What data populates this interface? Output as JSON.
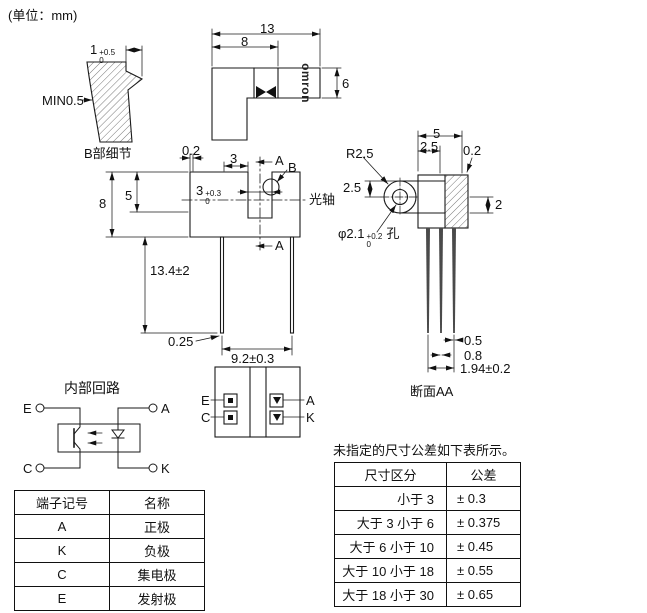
{
  "colors": {
    "line": "#1a1a1a",
    "background": "#ffffff"
  },
  "unit_note": "(单位：mm)",
  "detail_b": {
    "caption": "B部细节",
    "dim_hook": {
      "value": "1",
      "tol_plus": "+0.5",
      "tol_minus": "0"
    },
    "min_wall": "MIN0.5"
  },
  "front_view": {
    "logo": "omron",
    "dim_width_total": "13",
    "dim_width_partial": "8",
    "dim_height": "6"
  },
  "side_view": {
    "dim_step": "0.2",
    "dim_top": "3",
    "section_label_top": "A",
    "hole_label": "B",
    "dim_slot": {
      "value": "3",
      "tol_plus": "+0.3",
      "tol_minus": "0"
    },
    "dim_height": "8",
    "dim_slot_depth": "5",
    "optical_axis_label": "光轴",
    "section_label_bottom": "A",
    "dim_lead_length": "13.4±2",
    "dim_lead_thickness": "0.25",
    "dim_lead_span": "9.2±0.3"
  },
  "section_view": {
    "dim_radius": "R2.5",
    "dim_width": "5",
    "dim_half_width": "2.5",
    "dim_step": "0.2",
    "dim_lug_offset": "2.5",
    "dim_edge": "2",
    "hole_dim": {
      "prefix": "φ2.1",
      "tol_plus": "+0.2",
      "tol_minus": "0",
      "suffix": "孔"
    },
    "dim_lead_w1": "0.5",
    "dim_lead_w2": "0.8",
    "dim_lead_pitch": "1.94±0.2",
    "caption": "断面AA"
  },
  "bottom_view": {
    "label_e": "E",
    "label_c": "C",
    "label_a": "A",
    "label_k": "K"
  },
  "circuit": {
    "title": "内部回路",
    "label_e": "E",
    "label_c": "C",
    "label_a": "A",
    "label_k": "K"
  },
  "terminal_table": {
    "headers": [
      "端子记号",
      "名称"
    ],
    "rows": [
      [
        "A",
        "正极"
      ],
      [
        "K",
        "负极"
      ],
      [
        "C",
        "集电极"
      ],
      [
        "E",
        "发射极"
      ]
    ]
  },
  "tolerance_note": "未指定的尺寸公差如下表所示。",
  "tolerance_table": {
    "headers": [
      "尺寸区分",
      "公差"
    ],
    "rows": [
      [
        "小于 3",
        "± 0.3"
      ],
      [
        "大于 3 小于 6",
        "± 0.375"
      ],
      [
        "大于 6 小于 10",
        "± 0.45"
      ],
      [
        "大于 10 小于 18",
        "± 0.55"
      ],
      [
        "大于 18 小于 30",
        "± 0.65"
      ]
    ]
  }
}
